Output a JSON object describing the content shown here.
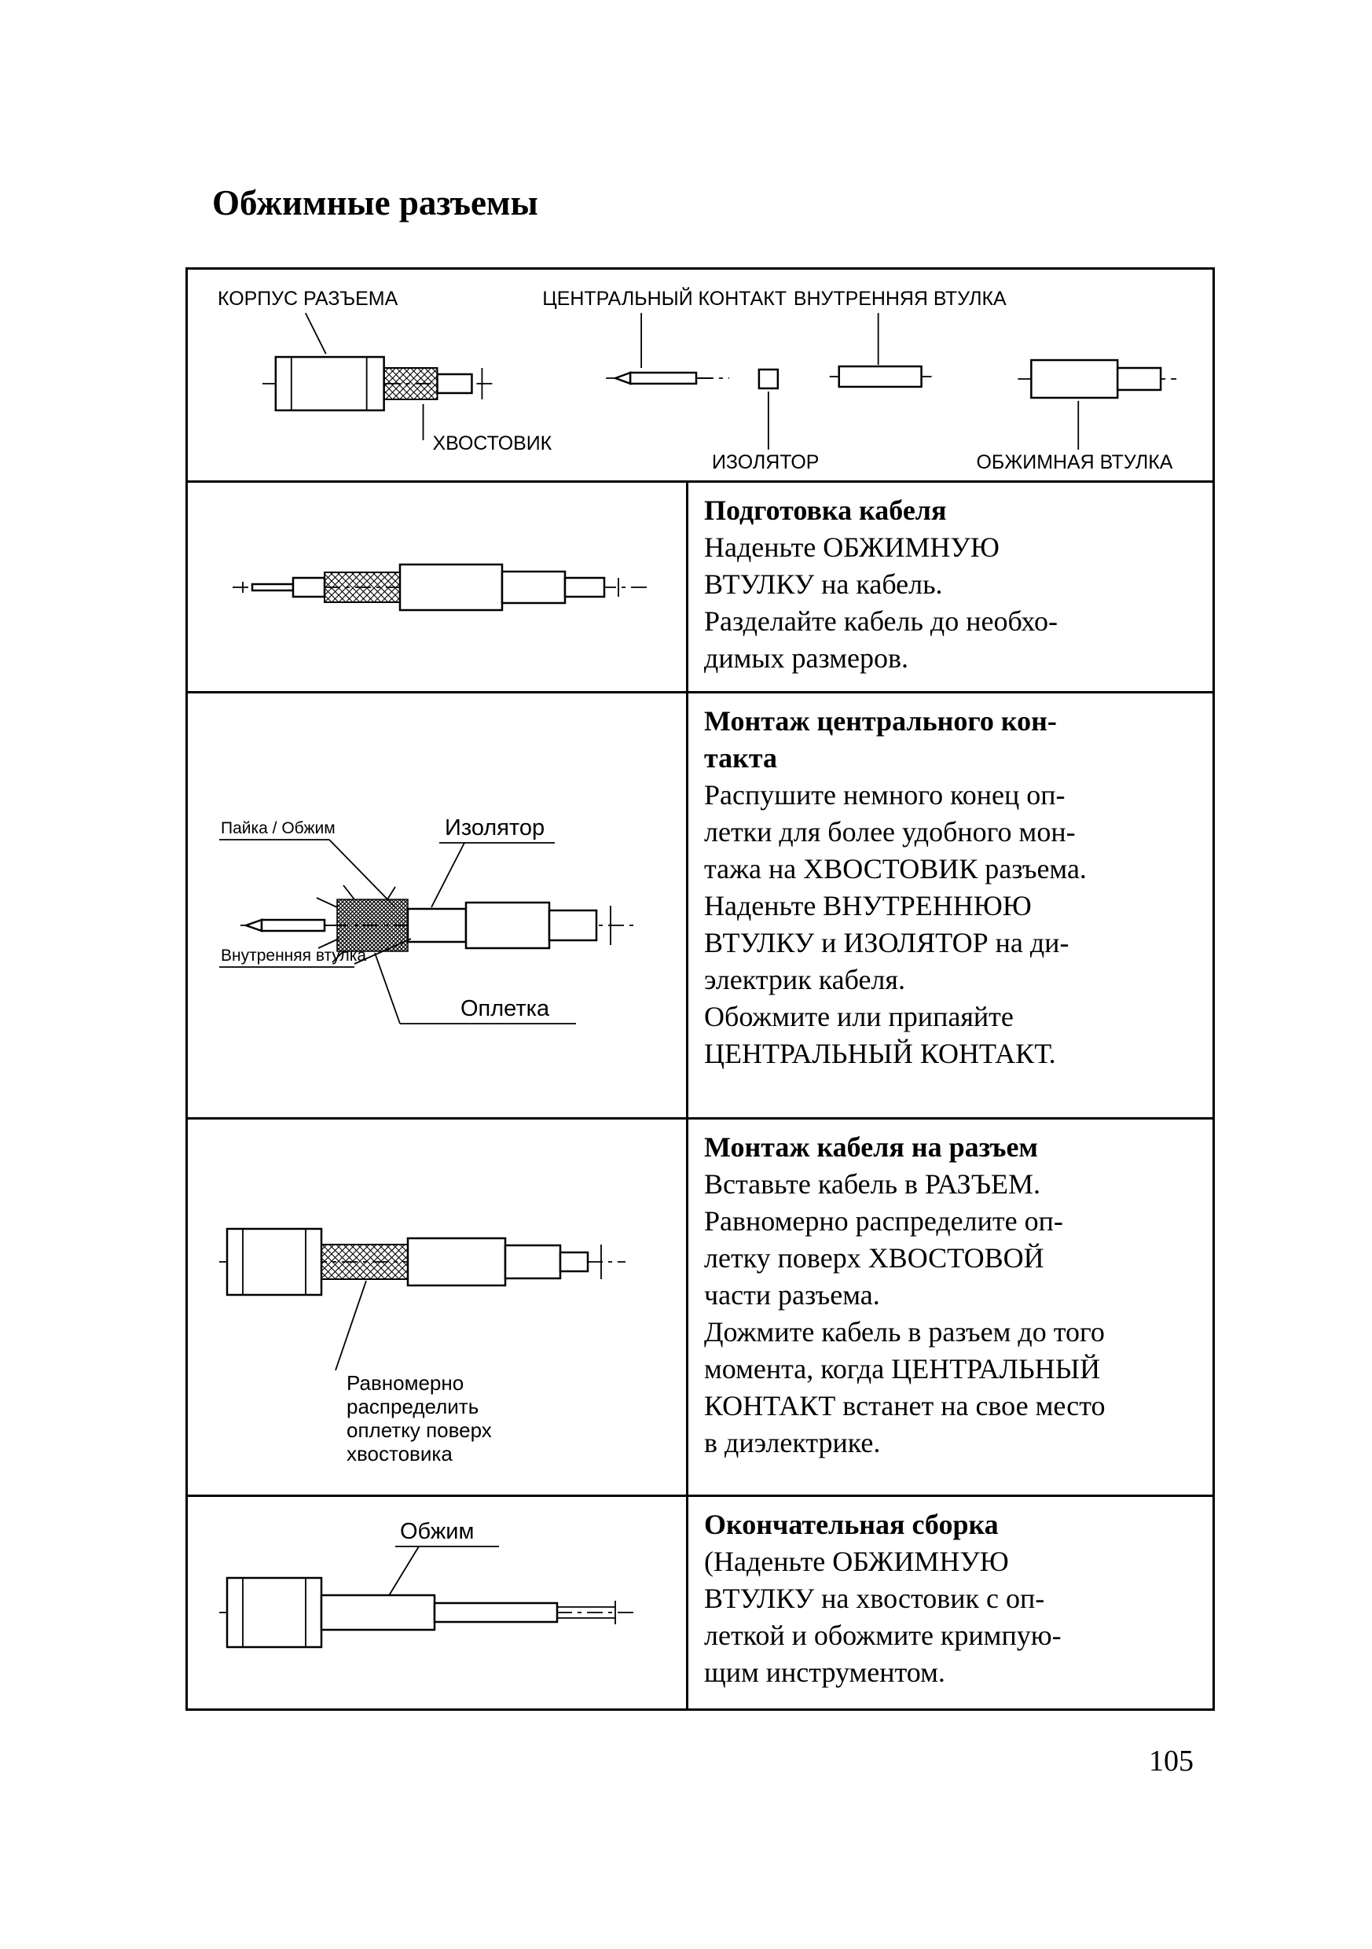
{
  "page": {
    "title": "Обжимные разъемы",
    "page_number": "105"
  },
  "parts": {
    "label_body": "КОРПУС РАЗЪЕМА",
    "label_center_contact": "ЦЕНТРАЛЬНЫЙ КОНТАКТ",
    "label_inner_sleeve": "ВНУТРЕННЯЯ ВТУЛКА",
    "label_tail": "ХВОСТОВИК",
    "label_insulator": "ИЗОЛЯТОР",
    "label_crimp_sleeve": "ОБЖИМНАЯ ВТУЛКА"
  },
  "steps": [
    {
      "heading_lines": [
        "Подготовка кабеля"
      ],
      "body_lines": [
        "Наденьте ОБЖИМНУЮ",
        "ВТУЛКУ на кабель.",
        "Разделайте кабель до необхо-",
        "димых размеров."
      ]
    },
    {
      "heading_lines": [
        "Монтаж центрального кон-",
        "такта"
      ],
      "body_lines": [
        "Распушите немного конец оп-",
        "летки для более удобного мон-",
        "тажа на ХВОСТОВИК разъема.",
        "Наденьте ВНУТРЕННЮЮ",
        "ВТУЛКУ и ИЗОЛЯТОР на ди-",
        "электрик кабеля.",
        "Обожмите или припаяйте",
        "ЦЕНТРАЛЬНЫЙ КОНТАКТ."
      ],
      "diagram": {
        "label_solder": "Пайка / Обжим",
        "label_insulator": "Изолятор",
        "label_inner_sleeve": "Внутренняя втулка",
        "label_braid": "Оплетка"
      }
    },
    {
      "heading_lines": [
        "Монтаж кабеля на разъем"
      ],
      "body_lines": [
        "Вставьте кабель в РАЗЪЕМ.",
        "Равномерно распределите оп-",
        "летку поверх ХВОСТОВОЙ",
        "части разъема.",
        "Дожмите кабель в разъем до того",
        "момента, когда ЦЕНТРАЛЬНЫЙ",
        "КОНТАКТ встанет на свое место",
        "в диэлектрике."
      ],
      "diagram": {
        "note_lines": [
          "Равномерно",
          "распределить",
          "оплетку поверх",
          "хвостовика"
        ]
      }
    },
    {
      "heading_lines": [
        "Окончательная сборка"
      ],
      "body_lines": [
        "(Наденьте ОБЖИМНУЮ",
        "ВТУЛКУ на хвостовик с оп-",
        "леткой и обожмите кримпую-",
        "щим инструментом."
      ],
      "diagram": {
        "label_crimp": "Обжим"
      }
    }
  ]
}
